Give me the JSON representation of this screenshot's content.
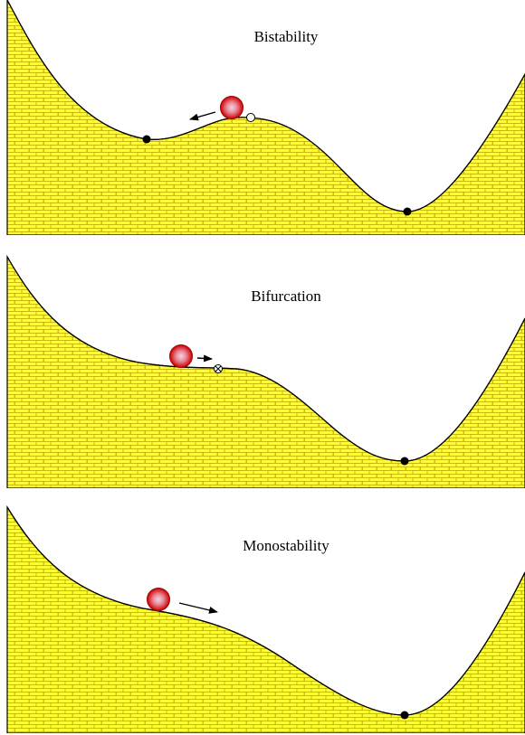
{
  "panels": [
    {
      "title": "Bistability",
      "stable_points": 2,
      "unstable_points": 1,
      "saddle_node_points": 0
    },
    {
      "title": "Bifurcation",
      "stable_points": 1,
      "unstable_points": 0,
      "saddle_node_points": 1
    },
    {
      "title": "Monostability",
      "stable_points": 1,
      "unstable_points": 0,
      "saddle_node_points": 0
    }
  ],
  "colors": {
    "ground_fill": "#ffff33",
    "brick_line": "#b7a300",
    "ball_outer": "#cc0000",
    "ball_inner": "#f4d4dc",
    "stable_point": "#000000",
    "unstable_point": "#ffffff"
  },
  "icons": {
    "ball": "ball-icon",
    "arrow": "arrow-icon",
    "stable": "filled-circle-icon",
    "unstable": "open-circle-icon",
    "saddle_node": "crossed-circle-icon"
  }
}
